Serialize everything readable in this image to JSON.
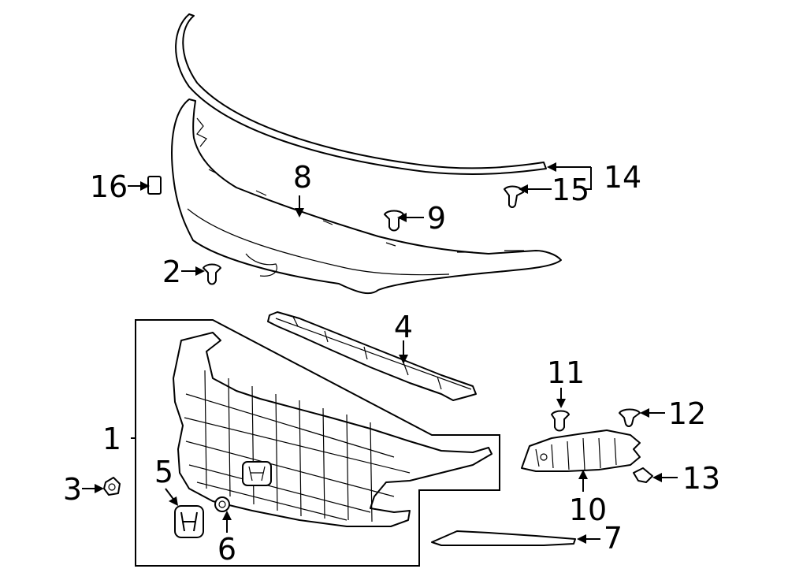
{
  "diagram": {
    "parts": [
      {
        "id": "1",
        "label": "1",
        "name": "grille-assembly"
      },
      {
        "id": "2",
        "label": "2",
        "name": "clip"
      },
      {
        "id": "3",
        "label": "3",
        "name": "nut"
      },
      {
        "id": "4",
        "label": "4",
        "name": "upper-support-bracket"
      },
      {
        "id": "5",
        "label": "5",
        "name": "emblem"
      },
      {
        "id": "6",
        "label": "6",
        "name": "emblem-base"
      },
      {
        "id": "7",
        "label": "7",
        "name": "lower-trim-molding"
      },
      {
        "id": "8",
        "label": "8",
        "name": "bumper-cover"
      },
      {
        "id": "9",
        "label": "9",
        "name": "push-clip"
      },
      {
        "id": "10",
        "label": "10",
        "name": "side-bracket"
      },
      {
        "id": "11",
        "label": "11",
        "name": "bracket-clip"
      },
      {
        "id": "12",
        "label": "12",
        "name": "retainer"
      },
      {
        "id": "13",
        "label": "13",
        "name": "small-clip"
      },
      {
        "id": "14",
        "label": "14",
        "name": "upper-molding"
      },
      {
        "id": "15",
        "label": "15",
        "name": "molding-clip"
      },
      {
        "id": "16",
        "label": "16",
        "name": "sensor-plug"
      }
    ]
  }
}
